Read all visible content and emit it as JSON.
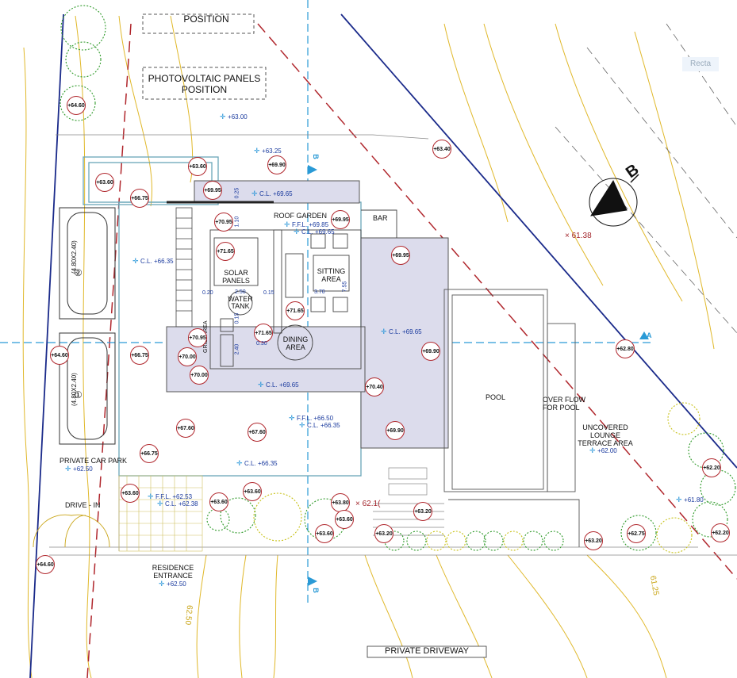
{
  "labels": {
    "position_top": "POSITION",
    "pv_panels_line1": "PHOTOVOLTAIC PANELS",
    "pv_panels_line2": "POSITION",
    "roof_garden": "ROOF GARDEN",
    "bar": "BAR",
    "solar_panels_line1": "SOLAR",
    "solar_panels_line2": "PANELS",
    "sitting_area_line1": "SITTING",
    "sitting_area_line2": "AREA",
    "water_tank_line1": "WATER",
    "water_tank_line2": "TANK",
    "dining_area_line1": "DINING",
    "dining_area_line2": "AREA",
    "grill_area": "GRILL AREA",
    "pool": "POOL",
    "overflow_line1": "OVER FLOW",
    "overflow_line2": "FOR POOL",
    "uncovered_line1": "UNCOVERED",
    "uncovered_line2": "LOUNGE",
    "uncovered_line3": "TERRACE AREA",
    "private_car_park": "PRIVATE CAR PARK",
    "drive_in": "DRIVE - IN",
    "residence_entrance_line1": "RESIDENCE",
    "residence_entrance_line2": "ENTRANCE",
    "private_driveway": "PRIVATE DRIVEWAY",
    "car1": "(4.80X2.40)",
    "car2": "(4.80X2.40)",
    "car1_num": "①",
    "car2_num": "②",
    "section_b": "B",
    "section_a": "A",
    "north": "B",
    "rect_tag": "Recta"
  },
  "level_marks": [
    {
      "id": "lvl-64-60-top",
      "value": "+64.60"
    },
    {
      "id": "lvl-63-60-a",
      "value": "+63.60"
    },
    {
      "id": "lvl-63-60-b",
      "value": "+63.60"
    },
    {
      "id": "lvl-69-90-top",
      "value": "+69.90"
    },
    {
      "id": "lvl-69-95-a",
      "value": "+69.95"
    },
    {
      "id": "lvl-66-75-a",
      "value": "+66.75"
    },
    {
      "id": "lvl-70-95-a",
      "value": "+70.95"
    },
    {
      "id": "lvl-69-95-b",
      "value": "+69.95"
    },
    {
      "id": "lvl-63-40",
      "value": "+63.40"
    },
    {
      "id": "lvl-71-65-a",
      "value": "+71.65"
    },
    {
      "id": "lvl-69-95-c",
      "value": "+69.95"
    },
    {
      "id": "lvl-71-65-b",
      "value": "+71.65"
    },
    {
      "id": "lvl-70-95-b",
      "value": "+70.95"
    },
    {
      "id": "lvl-71-65-c",
      "value": "+71.65"
    },
    {
      "id": "lvl-64-60-mid",
      "value": "+64.60"
    },
    {
      "id": "lvl-66-75-b",
      "value": "+66.75"
    },
    {
      "id": "lvl-70-00-a",
      "value": "+70.00"
    },
    {
      "id": "lvl-70-00-b",
      "value": "+70.00"
    },
    {
      "id": "lvl-69-90-r",
      "value": "+69.90"
    },
    {
      "id": "lvl-62-80",
      "value": "+62.80"
    },
    {
      "id": "lvl-70-40",
      "value": "+70.40"
    },
    {
      "id": "lvl-67-60-a",
      "value": "+67.60"
    },
    {
      "id": "lvl-67-60-b",
      "value": "+67.60"
    },
    {
      "id": "lvl-69-90-b",
      "value": "+69.90"
    },
    {
      "id": "lvl-66-75-c",
      "value": "+66.75"
    },
    {
      "id": "lvl-63-60-c",
      "value": "+63.60"
    },
    {
      "id": "lvl-63-60-d",
      "value": "+63.60"
    },
    {
      "id": "lvl-63-60-e",
      "value": "+63.60"
    },
    {
      "id": "lvl-63-80",
      "value": "+63.80"
    },
    {
      "id": "lvl-63-60-f",
      "value": "+63.60"
    },
    {
      "id": "lvl-63-20-a",
      "value": "+63.20"
    },
    {
      "id": "lvl-63-60-g",
      "value": "+63.60"
    },
    {
      "id": "lvl-63-20-b",
      "value": "+63.20"
    },
    {
      "id": "lvl-63-20-c",
      "value": "+63.20"
    },
    {
      "id": "lvl-62-75",
      "value": "+62.75"
    },
    {
      "id": "lvl-62-20-a",
      "value": "+62.20"
    },
    {
      "id": "lvl-62-20-b",
      "value": "+62.20"
    },
    {
      "id": "lvl-64-60-bot",
      "value": "+64.60"
    }
  ],
  "cl_marks": [
    {
      "id": "cl-63-00",
      "value": "+63.00"
    },
    {
      "id": "cl-63-25",
      "value": "+63.25"
    },
    {
      "id": "cl-69-65-a",
      "value": "C.L. +69.65"
    },
    {
      "id": "cl-66-35-a",
      "value": "C.L. +66.35"
    },
    {
      "id": "cl-69-65-b",
      "value": "C.L. +69.65"
    },
    {
      "id": "cl-69-65-c",
      "value": "C.L. +69.65"
    },
    {
      "id": "cl-66-35-b",
      "value": "C.L. +66.35"
    },
    {
      "id": "cl-62-50-a",
      "value": "+62.50"
    },
    {
      "id": "cl-62-50-b",
      "value": "+62.50"
    },
    {
      "id": "cl-62-00",
      "value": "+62.00"
    },
    {
      "id": "cl-61-80",
      "value": "+61.80"
    }
  ],
  "ffl_marks": [
    {
      "id": "ffl-69-85",
      "line1": "F.F.L. +69.85",
      "line2": "C.L. +69.65"
    },
    {
      "id": "ffl-66-50",
      "line1": "F.F.L. +66.50",
      "line2": "C.L. +66.35"
    },
    {
      "id": "ffl-62-53",
      "line1": "F.F.L. +62.53",
      "line2": "C.L. +62.38"
    }
  ],
  "spot_heights": [
    {
      "id": "spot-61-38",
      "value": "× 61.38"
    },
    {
      "id": "spot-62-10",
      "value": "× 62.1("
    }
  ],
  "contour_labels": [
    {
      "id": "contour-62-50",
      "value": "62.50"
    },
    {
      "id": "contour-61-25",
      "value": "61.25"
    }
  ],
  "dimensions": [
    {
      "id": "dim-3-70",
      "value": "3.70"
    },
    {
      "id": "dim-7-55",
      "value": "7.55"
    },
    {
      "id": "dim-2-50",
      "value": "2.50"
    },
    {
      "id": "dim-0-15-a",
      "value": "0.15"
    },
    {
      "id": "dim-0-20",
      "value": "0.20"
    },
    {
      "id": "dim-0-15-b",
      "value": "0.15"
    },
    {
      "id": "dim-0-25",
      "value": "0.25"
    },
    {
      "id": "dim-1-10",
      "value": "1.10"
    },
    {
      "id": "dim-2-40",
      "value": "2.40"
    },
    {
      "id": "dim-0-30",
      "value": "0.30"
    }
  ],
  "colors": {
    "contour": "#e0b82a",
    "boundary": "#1a2a8a",
    "red_dash": "#b0262c",
    "axis": "#2a9ad6",
    "roof_fill": "#dcdcec",
    "tree_green": "#2f9a2a",
    "tree_yellow": "#c8c21a",
    "level_ring": "#b0262c"
  }
}
